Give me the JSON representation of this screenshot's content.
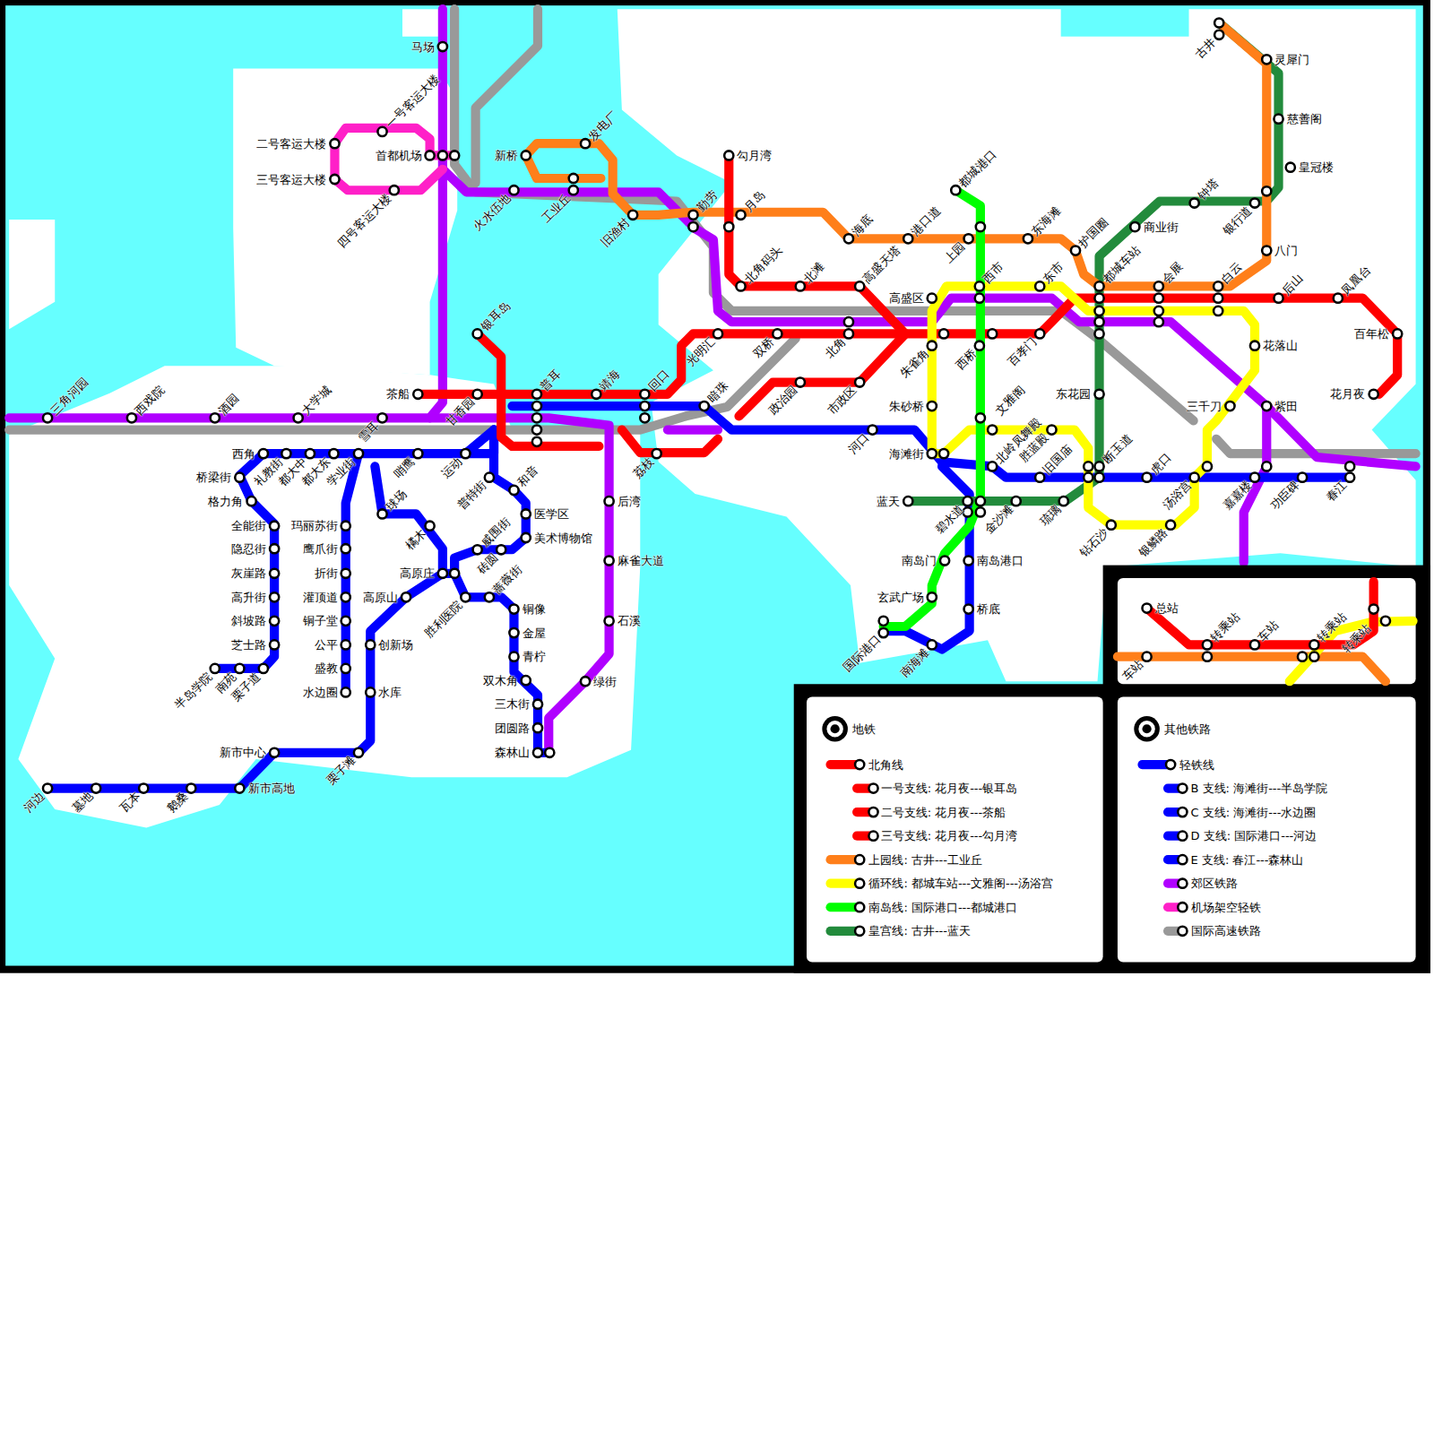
{
  "diagram": {
    "labels": [
      "马场",
      "二号客运大楼",
      "一号客运大楼",
      "首都机场",
      "三号客运大楼",
      "四号客运大楼",
      "新桥",
      "发电厂",
      "火水伍地",
      "工业丘",
      "旧渔村",
      "勤劳",
      "勾月湾",
      "月岛",
      "北角码头",
      "北滩",
      "海底",
      "高盛天塔",
      "港口道",
      "都城港口",
      "上园",
      "东海滩",
      "护国圈",
      "高盛区",
      "西市",
      "东市",
      "都城车站",
      "会展",
      "白云",
      "后山",
      "凤凰台",
      "百年松",
      "花月夜",
      "古井",
      "灵犀门",
      "慈善阁",
      "皇冠楼",
      "钟塔",
      "银行道",
      "商业街",
      "八门",
      "花落山",
      "三千刀",
      "紫田",
      "东花园",
      "银耳岛",
      "茶船",
      "甘香园",
      "普耳",
      "靖海",
      "回口",
      "光明汇",
      "暗珠",
      "双桥",
      "政治园",
      "北角",
      "市政区",
      "朱雀角",
      "西桥",
      "百孝门",
      "朱砂桥",
      "文雅阁",
      "海滩街",
      "河口",
      "北岭凤舞殿",
      "胜蓝殿",
      "旧国庙",
      "断玉道",
      "虎口",
      "汤浴宫",
      "嘉嘉楼",
      "功臣碑",
      "春江",
      "蓝天",
      "碧水道",
      "金沙滩",
      "琉璃",
      "钻石沙",
      "银鳞路",
      "南岛门",
      "南岛港口",
      "玄武广场",
      "桥底",
      "国际港口",
      "南海滩",
      "荔枝",
      "后湾",
      "麻雀大道",
      "石溪",
      "绿街",
      "三角河园",
      "西戏院",
      "酒园",
      "大学城",
      "雪耳",
      "西角",
      "礼教街",
      "都大中",
      "都大东",
      "学业街",
      "哨鹰",
      "运动",
      "桥梁街",
      "格力角",
      "全能街",
      "隐忍街",
      "灰崖路",
      "高升街",
      "斜坡路",
      "芝士路",
      "半岛学院",
      "南苑",
      "栗子道",
      "玛丽苏街",
      "鹰爪街",
      "折街",
      "灌顶道",
      "铜子堂",
      "公平",
      "盛教",
      "水边圈",
      "球场",
      "橘木",
      "普特街",
      "和音",
      "医学区",
      "美术博物馆",
      "威围街",
      "砖圆",
      "高原庄",
      "高原山",
      "胜利医院",
      "蔷薇街",
      "铜像",
      "金屋",
      "青柠",
      "双木角",
      "三木街",
      "团圆路",
      "森林山",
      "创新场",
      "水库",
      "栗子滩",
      "新市中心",
      "新市高地",
      "鹅桑",
      "瓦本",
      "墓地",
      "河边",
      "总站",
      "车站",
      "转乘站",
      "车站",
      "转乘站",
      "转乘站",
      "地铁",
      "其他铁路"
    ],
    "legend": [
      {
        "text": "北角线",
        "color": "#ff0000"
      },
      {
        "text": "一号支线: 花月夜---银耳岛",
        "color": "#ff0000"
      },
      {
        "text": "二号支线: 花月夜---茶船",
        "color": "#ff0000"
      },
      {
        "text": "三号支线: 花月夜---勾月湾",
        "color": "#ff0000"
      },
      {
        "text": "上园线: 古井---工业丘",
        "color": "#ff7f1a"
      },
      {
        "text": "循环线: 都城车站---文雅阁---汤浴宫",
        "color": "#ffff00"
      },
      {
        "text": "南岛线: 国际港口---都城港口",
        "color": "#00ff00"
      },
      {
        "text": "皇宫线: 古井---蓝天",
        "color": "#228b3c"
      },
      {
        "text": "轻铁线",
        "color": "#0000ff"
      },
      {
        "text": "B 支线: 海滩街---半岛学院",
        "color": "#0000ff"
      },
      {
        "text": "C 支线: 海滩街---水边圈",
        "color": "#0000ff"
      },
      {
        "text": "D 支线: 国际港口---河边",
        "color": "#0000ff"
      },
      {
        "text": "E 支线: 春江---森林山",
        "color": "#0000ff"
      },
      {
        "text": "郊区铁路",
        "color": "#b000ff"
      },
      {
        "text": "机场架空轻铁",
        "color": "#ff20c8"
      },
      {
        "text": "国际高速铁路",
        "color": "#999999"
      }
    ]
  }
}
